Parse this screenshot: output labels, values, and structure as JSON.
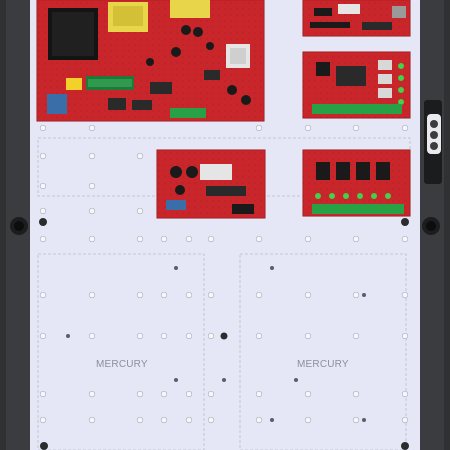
{
  "enclosure": {
    "cabinet_color": "#2f3133",
    "backplate_color": "#e6e7f6",
    "board_color": "#c9262b",
    "hole_color": "#f7f7fb",
    "zone_labels": [
      "MERCURY",
      "MERCURY"
    ]
  },
  "boards": [
    {
      "name": "power-supply-board"
    },
    {
      "name": "top-right-controller-board"
    },
    {
      "name": "relay-controller-board"
    },
    {
      "name": "middle-power-board"
    },
    {
      "name": "bottom-right-relay-board"
    }
  ],
  "lock": {
    "name": "cabinet-lock"
  }
}
